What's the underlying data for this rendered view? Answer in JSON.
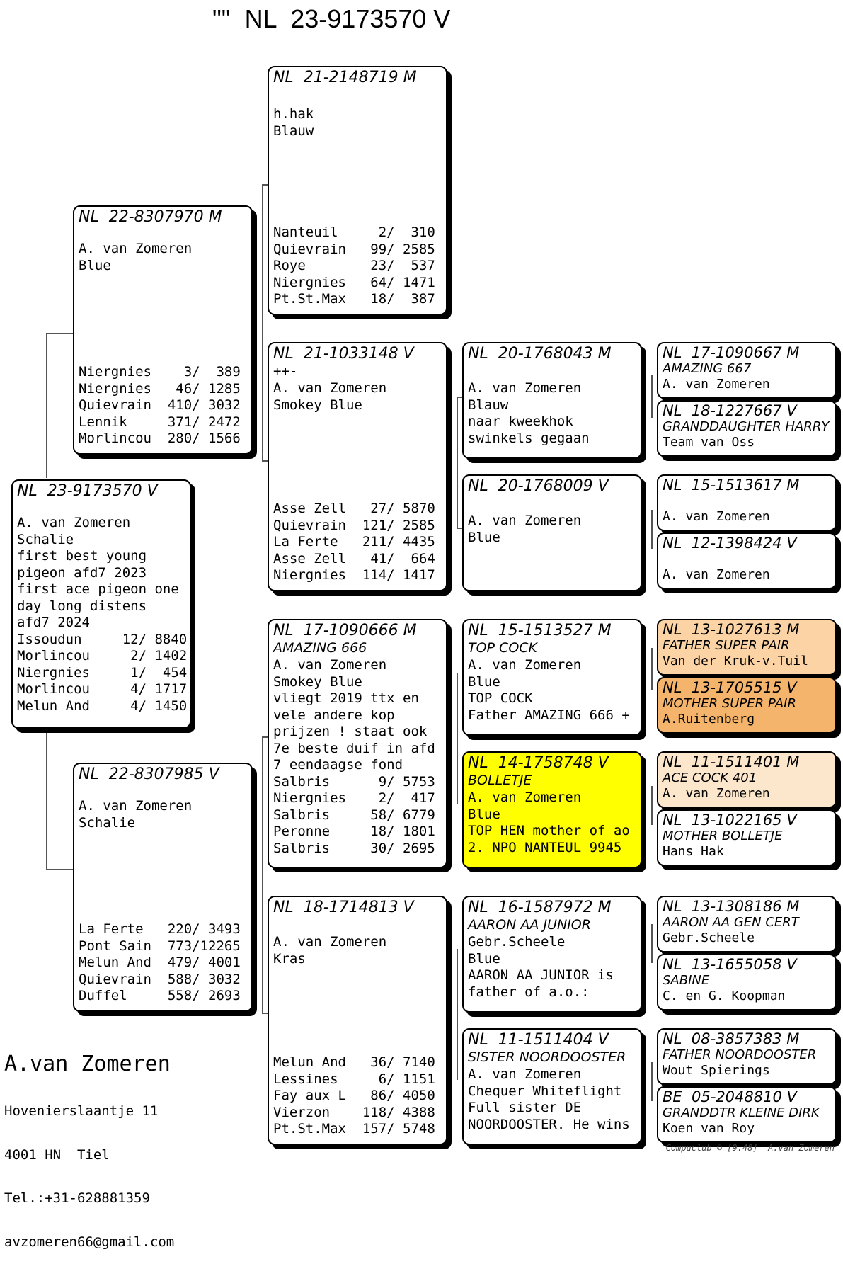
{
  "title": "\"\"  NL  23-9173570 V",
  "pigeons": {
    "subject": {
      "ring": "NL  23-9173570 V",
      "lines": [
        "A. van Zomeren",
        "Schalie",
        "first best young",
        "pigeon afd7 2023",
        "first ace pigeon one",
        "day long distens",
        "afd7 2024",
        "Issoudun     12/ 8840",
        "Morlincou     2/ 1402",
        "Niergnies     1/  454",
        "Morlincou     4/ 1717",
        "Melun And     4/ 1450"
      ]
    },
    "father": {
      "ring": "NL  22-8307970 M",
      "lines": [
        "A. van Zomeren",
        "Blue"
      ],
      "results": [
        "Niergnies    3/  389",
        "Niergnies   46/ 1285",
        "Quievrain  410/ 3032",
        "Lennik     371/ 2472",
        "Morlincou  280/ 1566"
      ]
    },
    "mother": {
      "ring": "NL  22-8307985 V",
      "lines": [
        "A. van Zomeren",
        "Schalie"
      ],
      "results": [
        "La Ferte   220/ 3493",
        "Pont Sain  773/12265",
        "Melun And  479/ 4001",
        "Quievrain  588/ 3032",
        "Duffel     558/ 2693"
      ]
    },
    "ff": {
      "ring": "NL  21-2148719 M",
      "lines": [
        "h.hak",
        "Blauw"
      ],
      "results": [
        "Nanteuil     2/  310",
        "Quievrain   99/ 2585",
        "Roye        23/  537",
        "Niergnies   64/ 1471",
        "Pt.St.Max   18/  387"
      ]
    },
    "fm": {
      "ring": "NL  21-1033148 V",
      "tag": "++-",
      "lines": [
        "A. van Zomeren",
        "Smokey Blue"
      ],
      "results": [
        "Asse Zell   27/ 5870",
        "Quievrain  121/ 2585",
        "La Ferte   211/ 4435",
        "Asse Zell   41/  664",
        "Niergnies  114/ 1417"
      ]
    },
    "mf": {
      "ring": "NL  17-1090666 M",
      "name": "AMAZING 666",
      "lines": [
        "A. van Zomeren",
        "Smokey Blue",
        "vliegt 2019 ttx en",
        "vele andere kop",
        "prijzen ! staat ook",
        "7e beste duif in afd",
        "7 eendaagse fond",
        "Salbris      9/ 5753",
        "Niergnies    2/  417",
        "Salbris     58/ 6779",
        "Peronne     18/ 1801",
        "Salbris     30/ 2695"
      ]
    },
    "mm": {
      "ring": "NL  18-1714813 V",
      "lines": [
        "A. van Zomeren",
        "Kras"
      ],
      "results": [
        "Melun And   36/ 7140",
        "Lessines     6/ 1151",
        "Fay aux L   86/ 4050",
        "Vierzon    118/ 4388",
        "Pt.St.Max  157/ 5748"
      ]
    },
    "fmf": {
      "ring": "NL  20-1768043 M",
      "lines": [
        "A. van Zomeren",
        "Blauw",
        "naar kweekhok",
        "swinkels gegaan"
      ]
    },
    "fmm": {
      "ring": "NL  20-1768009 V",
      "lines": [
        "A. van Zomeren",
        "Blue"
      ]
    },
    "mff": {
      "ring": "NL  15-1513527 M",
      "name": "TOP COCK",
      "lines": [
        "A. van Zomeren",
        "Blue",
        "TOP COCK",
        "Father AMAZING 666 +"
      ]
    },
    "mfm": {
      "ring": "NL  14-1758748 V",
      "name": "BOLLETJE",
      "lines": [
        "A. van Zomeren",
        "Blue",
        "TOP HEN mother of ao",
        "2. NPO NANTEUL 9945"
      ]
    },
    "mmf": {
      "ring": "NL  16-1587972 M",
      "name": "AARON AA JUNIOR",
      "lines": [
        "Gebr.Scheele",
        "Blue",
        "AARON AA JUNIOR is",
        "father of a.o.:"
      ]
    },
    "mmm": {
      "ring": "NL  11-1511404 V",
      "name": "SISTER NOORDOOSTER",
      "lines": [
        "A. van Zomeren",
        "Chequer Whiteflight",
        "Full sister DE",
        "NOORDOOSTER. He wins"
      ]
    },
    "g1": {
      "ring": "NL  17-1090667 M",
      "name": "AMAZING 667",
      "owner": "A. van Zomeren"
    },
    "g2": {
      "ring": "NL  18-1227667 V",
      "name": "GRANDDAUGHTER HARRY",
      "owner": "Team van Oss"
    },
    "g3": {
      "ring": "NL  15-1513617 M",
      "name": "",
      "owner": "A. van Zomeren"
    },
    "g4": {
      "ring": "NL  12-1398424 V",
      "name": "",
      "owner": "A. van Zomeren"
    },
    "g5": {
      "ring": "NL  13-1027613 M",
      "name": "FATHER SUPER PAIR",
      "owner": "Van der Kruk-v.Tuil"
    },
    "g6": {
      "ring": "NL  13-1705515 V",
      "name": "MOTHER SUPER PAIR",
      "owner": "A.Ruitenberg"
    },
    "g7": {
      "ring": "NL  11-1511401 M",
      "name": "ACE COCK 401",
      "owner": "A. van Zomeren"
    },
    "g8": {
      "ring": "NL  13-1022165 V",
      "name": "MOTHER BOLLETJE",
      "owner": "Hans Hak"
    },
    "g9": {
      "ring": "NL  13-1308186 M",
      "name": "AARON AA GEN CERT",
      "owner": "Gebr.Scheele"
    },
    "g10": {
      "ring": "NL  13-1655058 V",
      "name": "SABINE",
      "owner": "C. en G. Koopman"
    },
    "g11": {
      "ring": "NL  08-3857383 M",
      "name": "FATHER NOORDOOSTER",
      "owner": "Wout Spierings"
    },
    "g12": {
      "ring": "BE  05-2048810 V",
      "name": "GRANDDTR KLEINE DIRK",
      "owner": "Koen van Roy"
    }
  },
  "colors": {
    "g5": "#fbd3a4",
    "g6": "#f5b46c",
    "g7": "#fde7cc",
    "mfm": "#ffff00"
  },
  "breeder": {
    "name": "A.van Zomeren",
    "street": "Hovenierslaantje 11",
    "city": "4001 HN  Tiel",
    "phone": "Tel.:+31-628881359",
    "email": "avzomeren66@gmail.com"
  },
  "footer": "Compuclub © [9.48]  A.van Zomeren"
}
